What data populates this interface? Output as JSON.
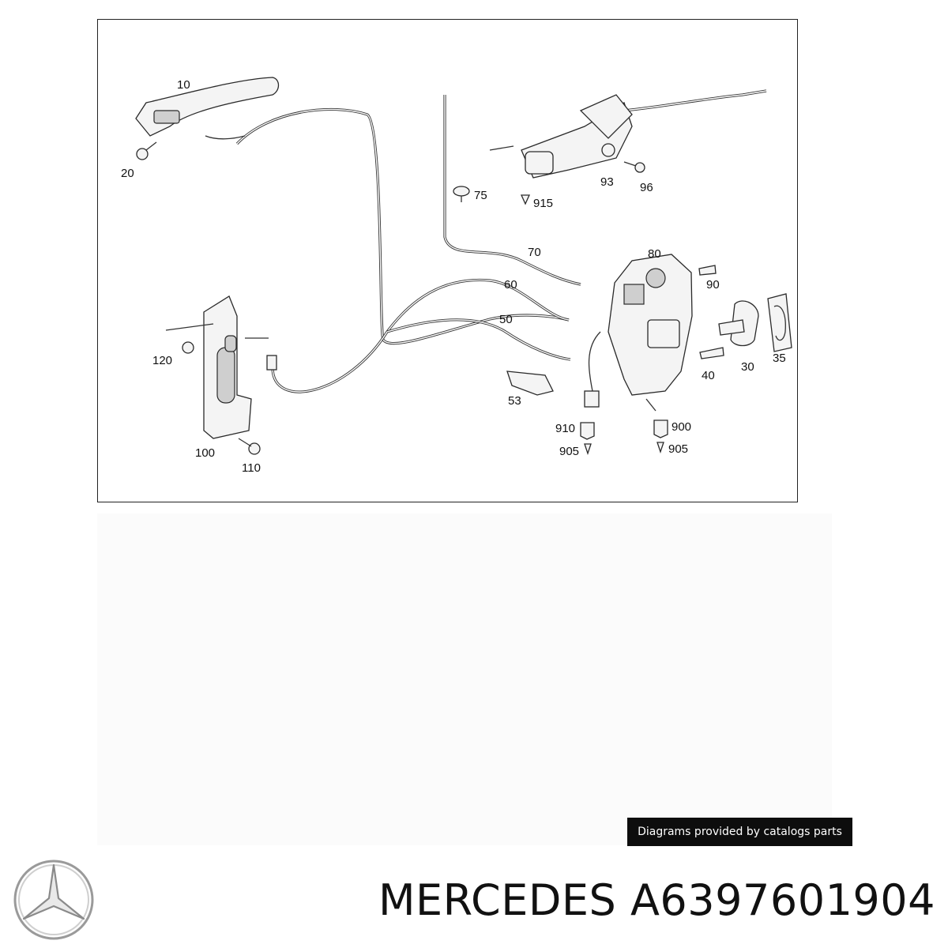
{
  "diagram": {
    "labels": {
      "p10": "10",
      "p20": "20",
      "p75": "75",
      "p915": "915",
      "p93": "93",
      "p96": "96",
      "p70": "70",
      "p80": "80",
      "p90": "90",
      "p60": "60",
      "p50": "50",
      "p120": "120",
      "p30": "30",
      "p35": "35",
      "p40": "40",
      "p53": "53",
      "p910": "910",
      "p900": "900",
      "p905a": "905",
      "p905b": "905",
      "p100": "100",
      "p110": "110"
    }
  },
  "credit": "Diagrams provided by catalogs parts",
  "brand": "MERCEDES",
  "part_number": "A6397601904",
  "logo_icon": "mercedes-star-icon"
}
